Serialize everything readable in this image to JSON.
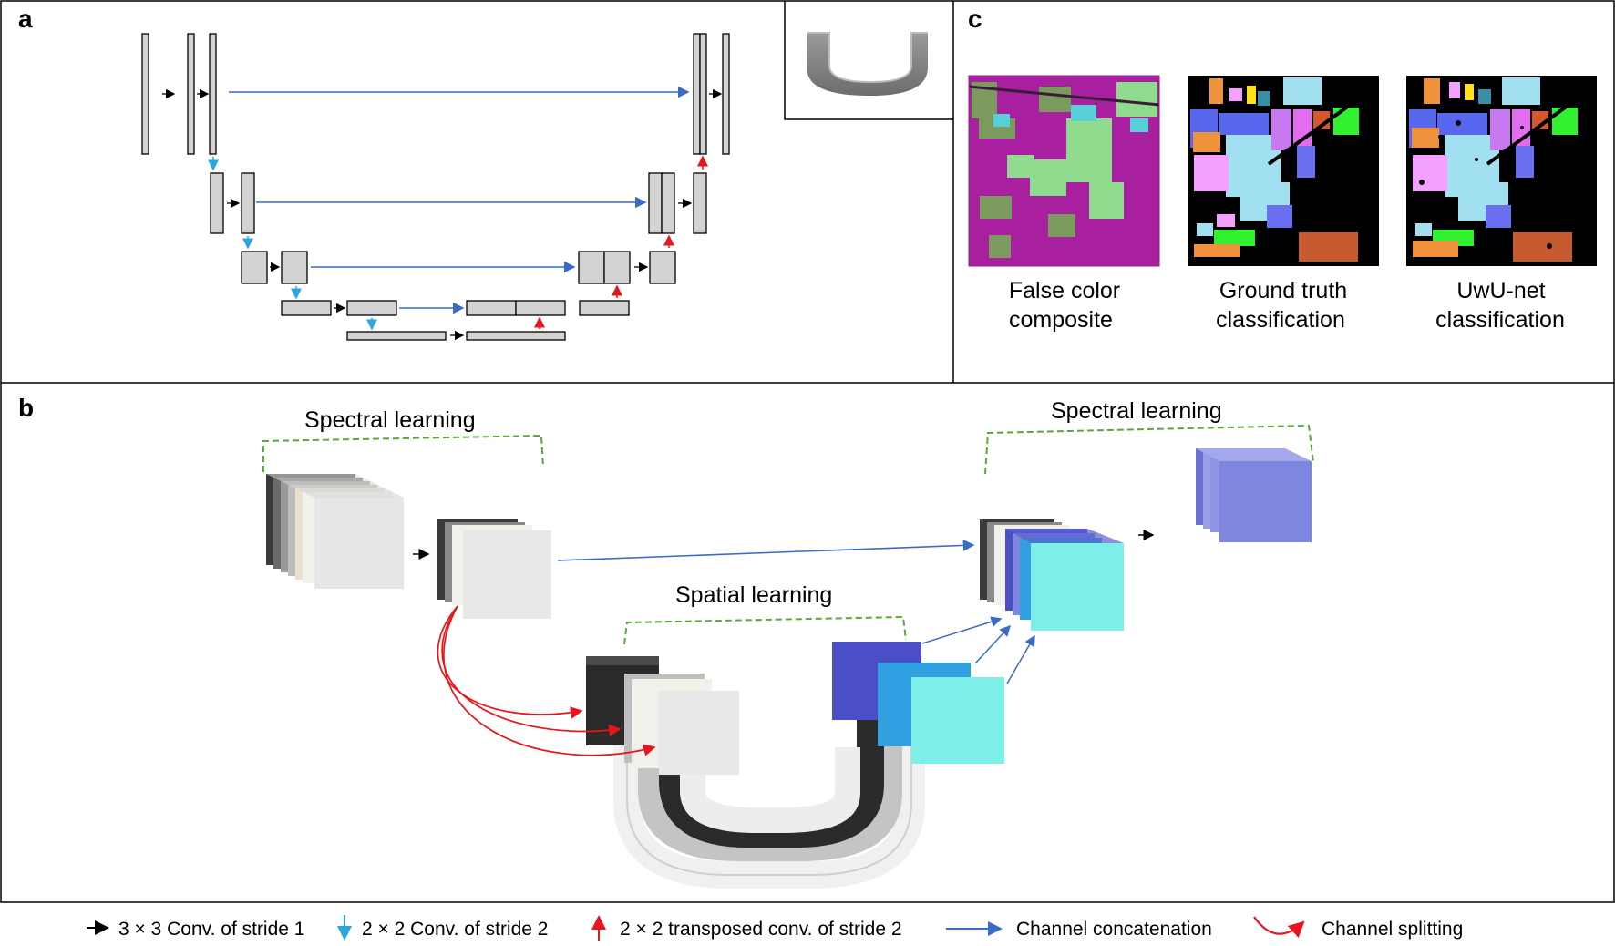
{
  "panels": {
    "a": {
      "label": "a"
    },
    "b": {
      "label": "b",
      "spectral_left": "Spectral learning",
      "spectral_right": "Spectral learning",
      "spatial": "Spatial learning"
    },
    "c": {
      "label": "c",
      "captions": [
        {
          "line1": "False color",
          "line2": "composite"
        },
        {
          "line1": "Ground truth",
          "line2": "classification"
        },
        {
          "line1": "UwU-net",
          "line2": "classification"
        }
      ]
    }
  },
  "legend": [
    {
      "icon": "black-arrow-icon",
      "text": "3 × 3 Conv. of stride 1",
      "color": "#000000"
    },
    {
      "icon": "cyan-down-arrow-icon",
      "text": "2 × 2 Conv. of stride 2",
      "color": "#29a8e0"
    },
    {
      "icon": "red-up-arrow-icon",
      "text": "2 × 2 transposed conv. of stride 2",
      "color": "#e8151b"
    },
    {
      "icon": "blue-arrow-icon",
      "text": "Channel concatenation",
      "color": "#3a6bc8"
    },
    {
      "icon": "red-curved-arrow-icon",
      "text": "Channel splitting",
      "color": "#e8151b"
    }
  ],
  "colors": {
    "block_fill": "#d3d3d3",
    "concat": "#3a6bc8",
    "down": "#29a8e0",
    "up": "#e8151b",
    "bracket": "#5aa83a",
    "purple": "#7f86e0",
    "teal": "#7deee8",
    "blue": "#30a0e0",
    "indigo": "#4a4fc8"
  }
}
